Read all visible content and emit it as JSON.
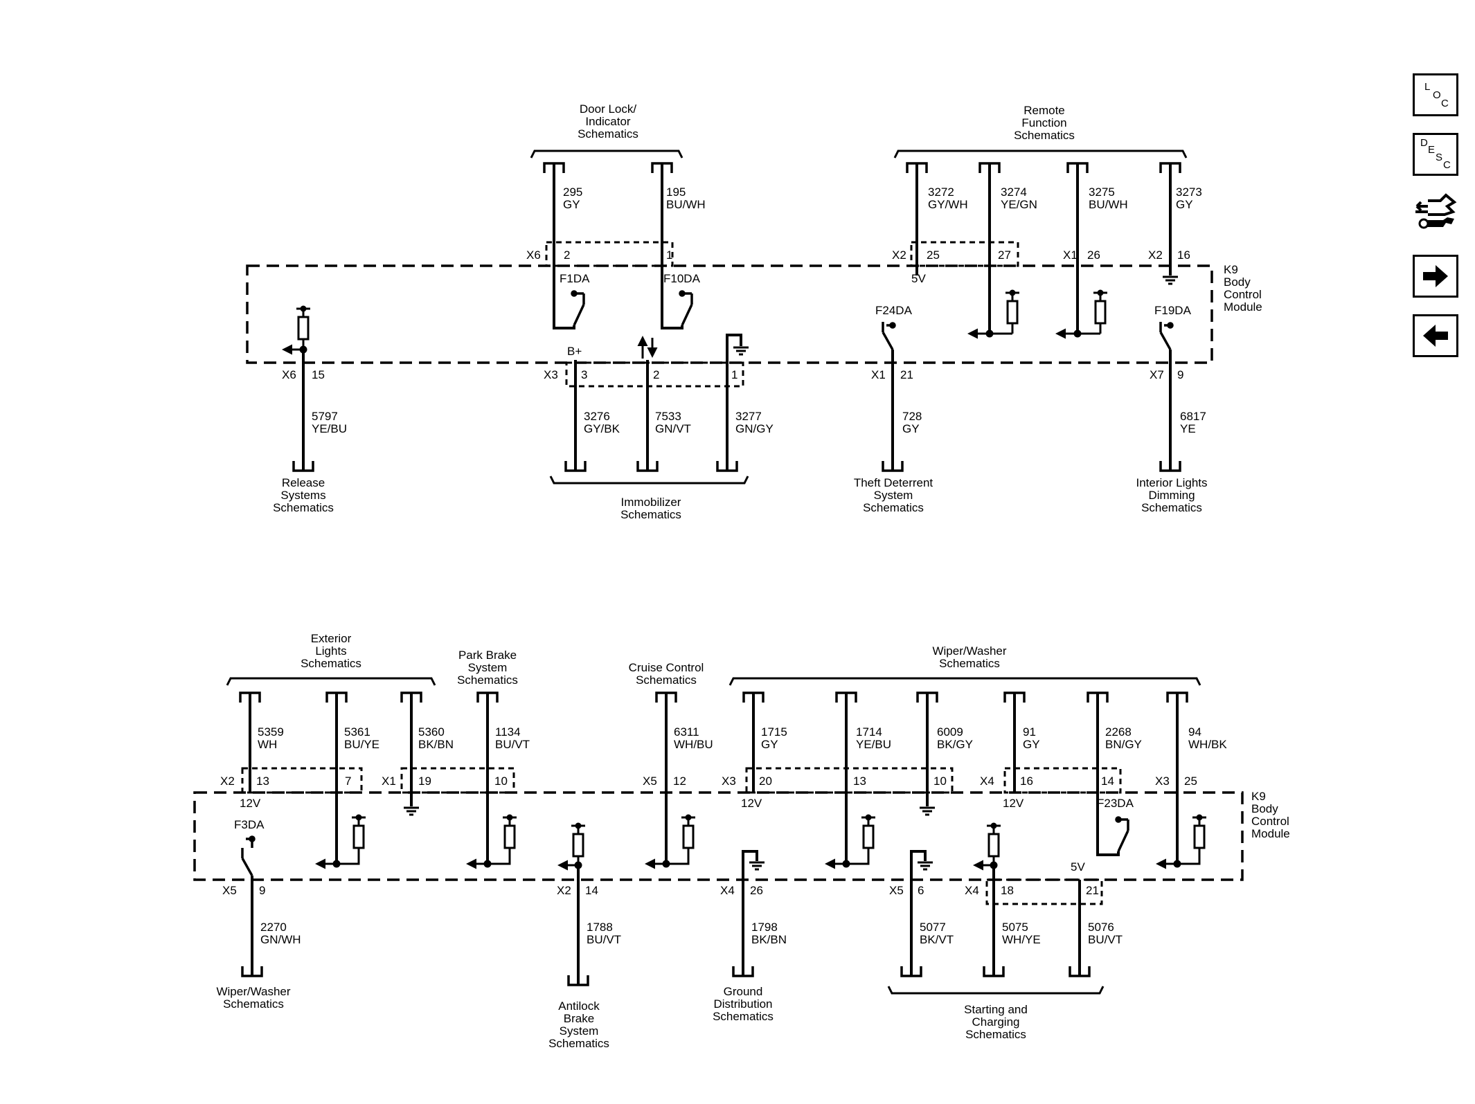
{
  "toolbar": {
    "loc": [
      "L",
      "O",
      "C"
    ],
    "desc": [
      "D",
      "E",
      "S",
      "C"
    ]
  },
  "top": {
    "dests": {
      "door_lock": [
        "Door Lock/",
        "Indicator",
        "Schematics"
      ],
      "remote": [
        "Remote",
        "Function",
        "Schematics"
      ],
      "release": [
        "Release",
        "Systems",
        "Schematics"
      ],
      "immobilizer": [
        "Immobilizer",
        "Schematics"
      ],
      "theft": [
        "Theft Deterrent",
        "System",
        "Schematics"
      ],
      "interior": [
        "Interior Lights",
        "Dimming",
        "Schematics"
      ]
    },
    "module": [
      "K9",
      "Body",
      "Control",
      "Module"
    ],
    "circuits": [
      {
        "num": "295",
        "color": "GY"
      },
      {
        "num": "195",
        "color": "BU/WH"
      },
      {
        "num": "3272",
        "color": "GY/WH"
      },
      {
        "num": "3274",
        "color": "YE/GN"
      },
      {
        "num": "3275",
        "color": "BU/WH"
      },
      {
        "num": "3273",
        "color": "GY"
      },
      {
        "num": "5797",
        "color": "YE/BU"
      },
      {
        "num": "3276",
        "color": "GY/BK"
      },
      {
        "num": "7533",
        "color": "GN/VT"
      },
      {
        "num": "3277",
        "color": "GN/GY"
      },
      {
        "num": "728",
        "color": "GY"
      },
      {
        "num": "6817",
        "color": "YE"
      }
    ],
    "labels": {
      "x6a": "X6",
      "p2a": "2",
      "p1a": "1",
      "x2a": "X2",
      "p25": "25",
      "p27": "27",
      "x1a": "X1",
      "p26": "26",
      "x2b": "X2",
      "p16": "16",
      "f1da": "F1DA",
      "f10da": "F10DA",
      "f24da": "F24DA",
      "f19da": "F19DA",
      "v5a": "5V",
      "bplus": "B+",
      "x6b": "X6",
      "p15": "15",
      "x3a": "X3",
      "p3": "3",
      "p2b": "2",
      "p1b": "1",
      "x1b": "X1",
      "p21": "21",
      "x7": "X7",
      "p9a": "9"
    }
  },
  "bottom": {
    "dests": {
      "exterior": [
        "Exterior",
        "Lights",
        "Schematics"
      ],
      "park_brake": [
        "Park Brake",
        "System",
        "Schematics"
      ],
      "cruise": [
        "Cruise Control",
        "Schematics"
      ],
      "wiper_top": [
        "Wiper/Washer",
        "Schematics"
      ],
      "wiper_bot": [
        "Wiper/Washer",
        "Schematics"
      ],
      "antilock": [
        "Antilock",
        "Brake",
        "System",
        "Schematics"
      ],
      "ground": [
        "Ground",
        "Distribution",
        "Schematics"
      ],
      "starting": [
        "Starting and",
        "Charging",
        "Schematics"
      ]
    },
    "module": [
      "K9",
      "Body",
      "Control",
      "Module"
    ],
    "circuits": [
      {
        "num": "5359",
        "color": "WH"
      },
      {
        "num": "5361",
        "color": "BU/YE"
      },
      {
        "num": "5360",
        "color": "BK/BN"
      },
      {
        "num": "1134",
        "color": "BU/VT"
      },
      {
        "num": "6311",
        "color": "WH/BU"
      },
      {
        "num": "1715",
        "color": "GY"
      },
      {
        "num": "1714",
        "color": "YE/BU"
      },
      {
        "num": "6009",
        "color": "BK/GY"
      },
      {
        "num": "91",
        "color": "GY"
      },
      {
        "num": "2268",
        "color": "BN/GY"
      },
      {
        "num": "94",
        "color": "WH/BK"
      },
      {
        "num": "2270",
        "color": "GN/WH"
      },
      {
        "num": "1788",
        "color": "BU/VT"
      },
      {
        "num": "1798",
        "color": "BK/BN"
      },
      {
        "num": "5077",
        "color": "BK/VT"
      },
      {
        "num": "5075",
        "color": "WH/YE"
      },
      {
        "num": "5076",
        "color": "BU/VT"
      }
    ],
    "labels": {
      "x2a": "X2",
      "p13a": "13",
      "p7": "7",
      "x1": "X1",
      "p19": "19",
      "p10a": "10",
      "x5a": "X5",
      "p12": "12",
      "x3a": "X3",
      "p20": "20",
      "p13b": "13",
      "p10b": "10",
      "x4a": "X4",
      "p16": "16",
      "p14a": "14",
      "x3b": "X3",
      "p25": "25",
      "v12a": "12V",
      "v12b": "12V",
      "v12c": "12V",
      "f3da": "F3DA",
      "f23da": "F23DA",
      "v5": "5V",
      "x5b": "X5",
      "p9": "9",
      "x2b": "X2",
      "p14b": "14",
      "x4b": "X4",
      "p26": "26",
      "x5c": "X5",
      "p6": "6",
      "x4c": "X4",
      "p18": "18",
      "p21": "21"
    }
  }
}
